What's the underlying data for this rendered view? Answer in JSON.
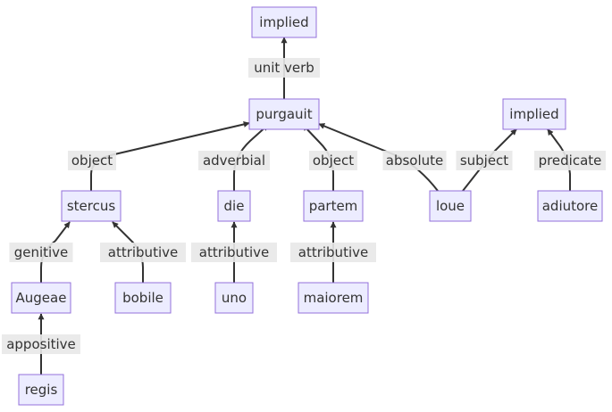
{
  "nodes": [
    {
      "id": "implied1",
      "label": "implied"
    },
    {
      "id": "purgauit",
      "label": "purgauit"
    },
    {
      "id": "implied2",
      "label": "implied"
    },
    {
      "id": "stercus",
      "label": "stercus"
    },
    {
      "id": "die",
      "label": "die"
    },
    {
      "id": "partem",
      "label": "partem"
    },
    {
      "id": "loue",
      "label": "loue"
    },
    {
      "id": "adiutore",
      "label": "adiutore"
    },
    {
      "id": "augeae",
      "label": "Augeae"
    },
    {
      "id": "bobile",
      "label": "bobile"
    },
    {
      "id": "uno",
      "label": "uno"
    },
    {
      "id": "maiorem",
      "label": "maiorem"
    },
    {
      "id": "regis",
      "label": "regis"
    }
  ],
  "edges": [
    {
      "from": "purgauit",
      "to": "implied1",
      "label": "unit verb"
    },
    {
      "from": "stercus",
      "to": "purgauit",
      "label": "object"
    },
    {
      "from": "die",
      "to": "purgauit",
      "label": "adverbial"
    },
    {
      "from": "partem",
      "to": "purgauit",
      "label": "object"
    },
    {
      "from": "loue",
      "to": "purgauit",
      "label": "absolute"
    },
    {
      "from": "loue",
      "to": "implied2",
      "label": "subject"
    },
    {
      "from": "adiutore",
      "to": "implied2",
      "label": "predicate"
    },
    {
      "from": "augeae",
      "to": "stercus",
      "label": "genitive"
    },
    {
      "from": "bobile",
      "to": "stercus",
      "label": "attributive"
    },
    {
      "from": "uno",
      "to": "die",
      "label": "attributive"
    },
    {
      "from": "maiorem",
      "to": "partem",
      "label": "attributive"
    },
    {
      "from": "regis",
      "to": "augeae",
      "label": "appositive"
    }
  ]
}
